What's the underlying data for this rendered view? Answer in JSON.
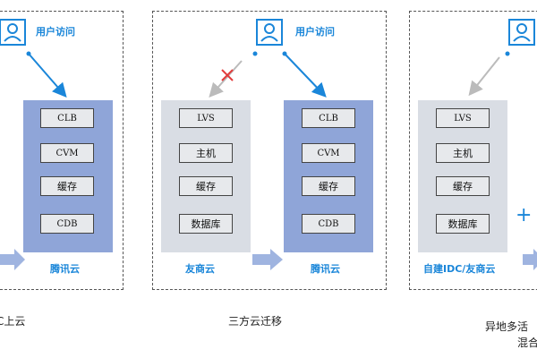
{
  "user_access": "用户访问",
  "panel1": {
    "boxes": [
      "CLB",
      "CVM",
      "缓存",
      "CDB"
    ],
    "cloud_label": "腾讯云",
    "caption": "C上云"
  },
  "panel2": {
    "left_boxes": [
      "LVS",
      "主机",
      "缓存",
      "数据库"
    ],
    "left_label": "友商云",
    "right_boxes": [
      "CLB",
      "CVM",
      "缓存",
      "CDB"
    ],
    "right_label": "腾讯云",
    "caption": "三方云迁移"
  },
  "panel3": {
    "boxes": [
      "LVS",
      "主机",
      "缓存",
      "数据库"
    ],
    "cloud_label": "自建IDC/友商云",
    "plus": "+",
    "caption_line1": "异地多活",
    "caption_line2": "混合"
  },
  "colors": {
    "accent": "#1a86d9",
    "cloud_blue": "#8fa5d8",
    "cloud_grey": "#d9dde4",
    "cross": "#e23b3b",
    "arrow_grey": "#bbbbbb"
  },
  "icons": [
    "user-icon",
    "cross-icon",
    "arrow-icon",
    "plus-icon"
  ]
}
